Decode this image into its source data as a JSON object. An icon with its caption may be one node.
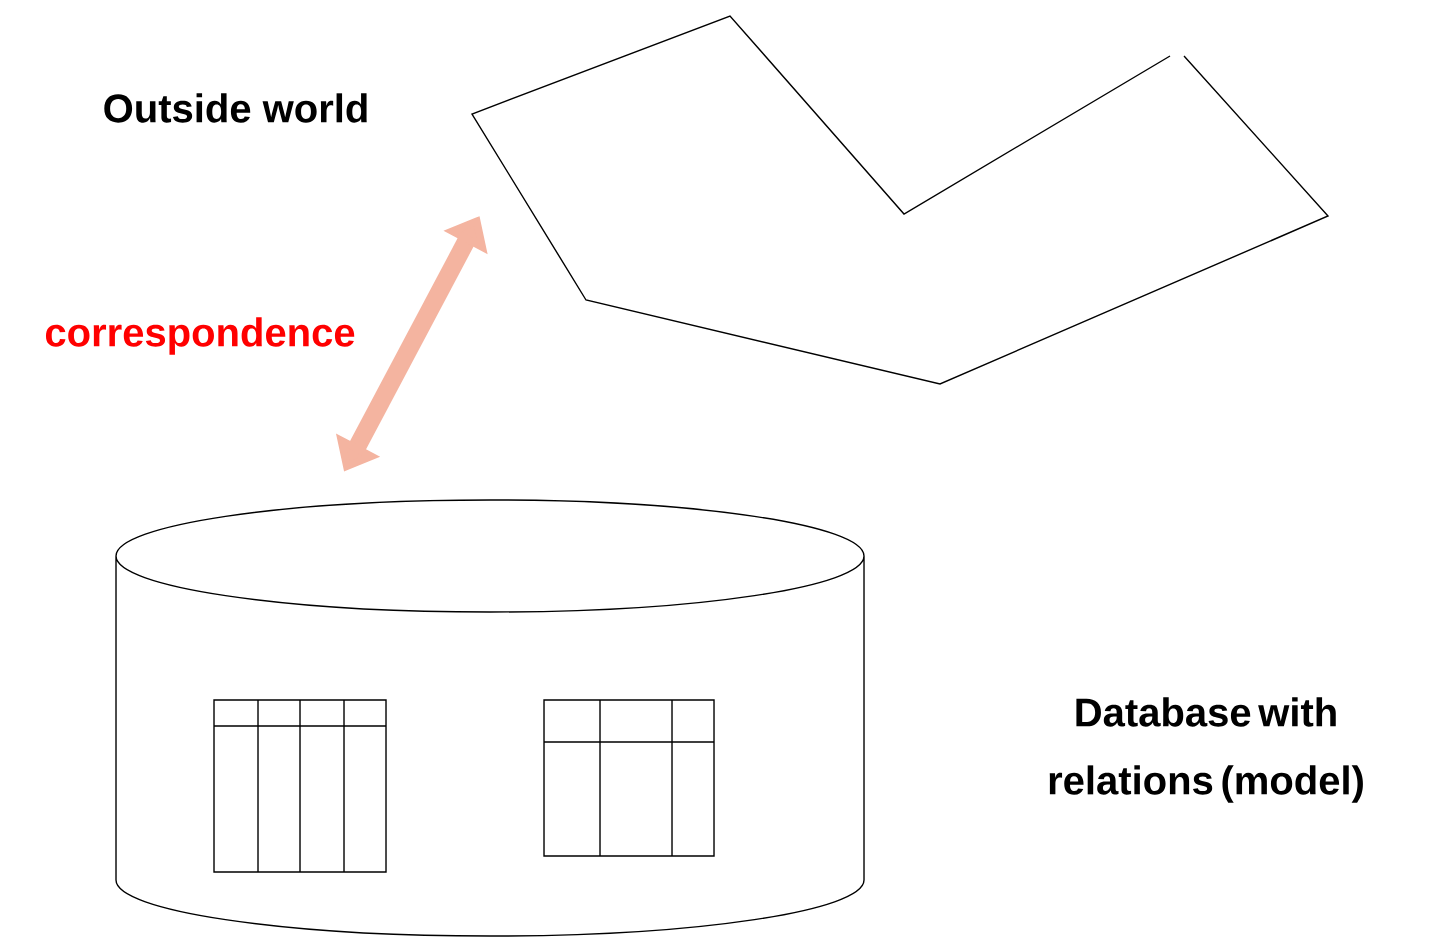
{
  "diagram": {
    "nodes": [
      {
        "text": [
          "Outside world"
        ]
      },
      {
        "text": [
          "Database with relations (model)"
        ]
      }
    ],
    "edges": [
      {
        "from": 1,
        "to": 0,
        "arrow": "both",
        "label": "correspondence",
        "color": "#f4b4a0"
      }
    ]
  }
}
